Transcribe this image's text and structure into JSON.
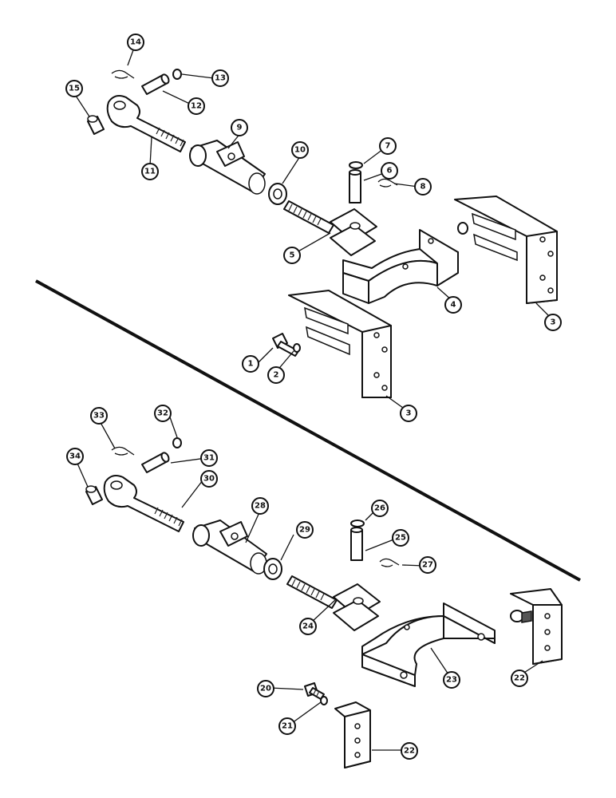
{
  "callouts": [
    {
      "id": "c1",
      "label": "1"
    },
    {
      "id": "c2",
      "label": "2"
    },
    {
      "id": "c3a",
      "label": "3"
    },
    {
      "id": "c3b",
      "label": "3"
    },
    {
      "id": "c4",
      "label": "4"
    },
    {
      "id": "c5",
      "label": "5"
    },
    {
      "id": "c6",
      "label": "6"
    },
    {
      "id": "c7",
      "label": "7"
    },
    {
      "id": "c8",
      "label": "8"
    },
    {
      "id": "c9",
      "label": "9"
    },
    {
      "id": "c10",
      "label": "10"
    },
    {
      "id": "c11",
      "label": "11"
    },
    {
      "id": "c12",
      "label": "12"
    },
    {
      "id": "c13",
      "label": "13"
    },
    {
      "id": "c14",
      "label": "14"
    },
    {
      "id": "c15",
      "label": "15"
    },
    {
      "id": "c20",
      "label": "20"
    },
    {
      "id": "c21",
      "label": "21"
    },
    {
      "id": "c22a",
      "label": "22"
    },
    {
      "id": "c22b",
      "label": "22"
    },
    {
      "id": "c23",
      "label": "23"
    },
    {
      "id": "c24",
      "label": "24"
    },
    {
      "id": "c25",
      "label": "25"
    },
    {
      "id": "c26",
      "label": "26"
    },
    {
      "id": "c27",
      "label": "27"
    },
    {
      "id": "c28",
      "label": "28"
    },
    {
      "id": "c29",
      "label": "29"
    },
    {
      "id": "c30",
      "label": "30"
    },
    {
      "id": "c31",
      "label": "31"
    },
    {
      "id": "c32",
      "label": "32"
    },
    {
      "id": "c33",
      "label": "33"
    },
    {
      "id": "c34",
      "label": "34"
    }
  ]
}
